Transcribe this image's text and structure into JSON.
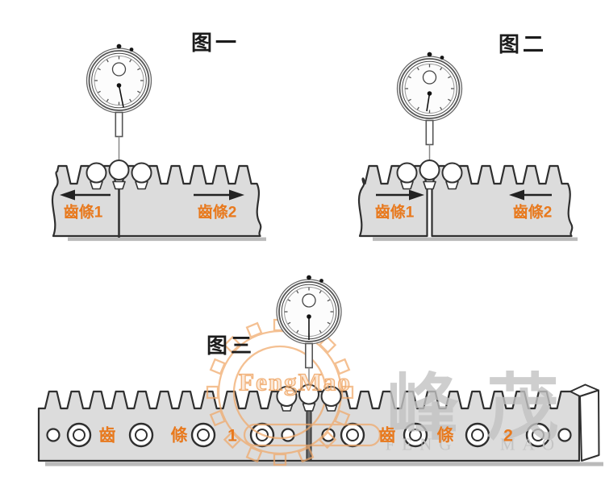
{
  "labels": {
    "fig1": "图一",
    "fig2": "图二",
    "fig3": "图三"
  },
  "fig1": {
    "rack1_label": "齒條1",
    "rack2_label": "齒條2"
  },
  "fig2": {
    "rack1_label": "齒條1",
    "rack2_label": "齒條2"
  },
  "fig3": {
    "rack1_chars": [
      "齒",
      "條",
      "1"
    ],
    "rack2_chars": [
      "齒",
      "條",
      "2"
    ]
  },
  "watermark": {
    "logo_text": "FengMao",
    "cjk_left": "峰",
    "cjk_right": "茂",
    "latin_left": "FENG",
    "latin_right": "MAO"
  },
  "colors": {
    "accent_orange": "#e8791d",
    "watermark_orange": "#f0a869",
    "watermark_gray": "#c2c2c2",
    "rack_fill": "#dcdcdc",
    "outline": "#2f2f2f"
  }
}
